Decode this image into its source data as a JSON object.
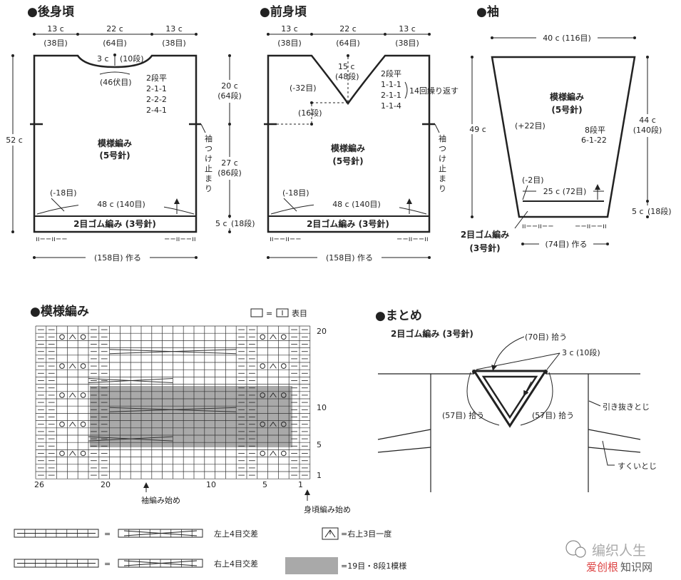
{
  "back": {
    "title": "●後身頃",
    "w1": "13 c",
    "w1s": "(38目)",
    "w2": "22 c",
    "w2s": "(64目)",
    "w3": "13 c",
    "w3s": "(38目)",
    "neck_drop": "3 c",
    "neck_rows": "(10段)",
    "neck_bind": "(46伏目)",
    "dec1": "2段平",
    "dec2": "2-1-1",
    "dec3": "2-2-2",
    "dec4": "2-4-1",
    "h_total": "52 c",
    "h_arm": "20 c",
    "h_arm_rows": "(64段)",
    "h_body": "27 c",
    "h_body_rows": "(86段)",
    "h_rib": "5 c",
    "h_rib_rows": "(18段)",
    "armhole_mark": "袖つけ止まり",
    "pattern": "模様編み",
    "pattern_needle": "(5号針)",
    "dec_hem": "(-18目)",
    "width": "48 c (140目)",
    "rib": "2目ゴム編み (3号針)",
    "cast_on": "(158目) 作る"
  },
  "front": {
    "title": "●前身頃",
    "w1": "13 c",
    "w1s": "(38目)",
    "w2": "22 c",
    "w2s": "(64目)",
    "w3": "13 c",
    "w3s": "(38目)",
    "v_depth": "15 c",
    "v_rows": "(48段)",
    "dec_v": "(-32目)",
    "center_pick": "(16段)",
    "dec1": "2段平",
    "dec2": "1-1-1",
    "dec3": "2-1-1",
    "dec4": "1-1-4",
    "repeat": "14回繰り返す",
    "armhole_mark": "袖つけ止まり",
    "pattern": "模様編み",
    "pattern_needle": "(5号針)",
    "dec_hem": "(-18目)",
    "width": "48 c (140目)",
    "rib": "2目ゴム編み (3号針)",
    "cast_on": "(158目) 作る"
  },
  "sleeve": {
    "title": "●袖",
    "top": "40 c (116目)",
    "pattern": "模様編み",
    "pattern_needle": "(5号針)",
    "inc": "(+22目)",
    "inc_rule1": "8段平",
    "inc_rule2": "6-1-22",
    "h_total": "49 c",
    "h_body": "44 c",
    "h_body_rows": "(140段)",
    "dec": "(-2目)",
    "cuff_w": "25 c (72目)",
    "h_rib": "5 c",
    "h_rib_rows": "(18段)",
    "rib1": "2目ゴム編み",
    "rib2": "(3号針)",
    "cast_on": "(74目) 作る"
  },
  "chart": {
    "title": "●模様編み",
    "legend_knit": "= ",
    "legend_knit_label": "表目",
    "row20": "20",
    "row10": "10",
    "row5": "5",
    "row1": "1",
    "col26": "26",
    "col20": "20",
    "col10": "10",
    "col5": "5",
    "col1": "1",
    "start_sleeve": "袖編み始め",
    "start_body": "身頃編み始め"
  },
  "legend": {
    "left_cross": "左上4目交差",
    "right_cross": "右上4目交差",
    "k3tog": "=右上3目一度",
    "repeat": "=19目・8段1模様",
    "eq": "="
  },
  "finish": {
    "title": "●まとめ",
    "rib": "2目ゴム編み (3号針)",
    "pick_back": "(70目) 拾う",
    "v_drop": "3 c (10段)",
    "pick_left": "(57目) 拾う",
    "pick_right": "(57目) 拾う",
    "bind_off": "引き抜きとじ",
    "mattress": "すくいとじ"
  },
  "watermark": {
    "line1": "编织人生",
    "line2": "爱创根",
    "line3": "知识网"
  }
}
